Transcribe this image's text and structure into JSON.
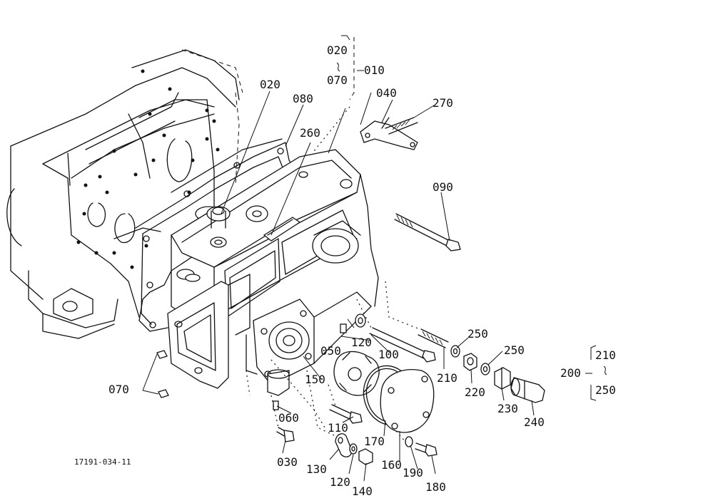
{
  "diagram": {
    "drawing_code": "17191-034-11",
    "part_labels": {
      "p010": "010",
      "p020_a": "020",
      "p020_b": "020",
      "p030": "030",
      "p040": "040",
      "p050": "050",
      "p060": "060",
      "p070_a": "070",
      "p070_b": "070",
      "p080": "080",
      "p090": "090",
      "p100": "100",
      "p110": "110",
      "p120_a": "120",
      "p120_b": "120",
      "p130": "130",
      "p140": "140",
      "p150": "150",
      "p160": "160",
      "p170": "170",
      "p180": "180",
      "p190": "190",
      "p200": "200",
      "p210_a": "210",
      "p210_b": "210",
      "p220": "220",
      "p230": "230",
      "p240": "240",
      "p250_a": "250",
      "p250_b": "250",
      "p250_c": "250",
      "p260": "260",
      "p270": "270"
    }
  }
}
